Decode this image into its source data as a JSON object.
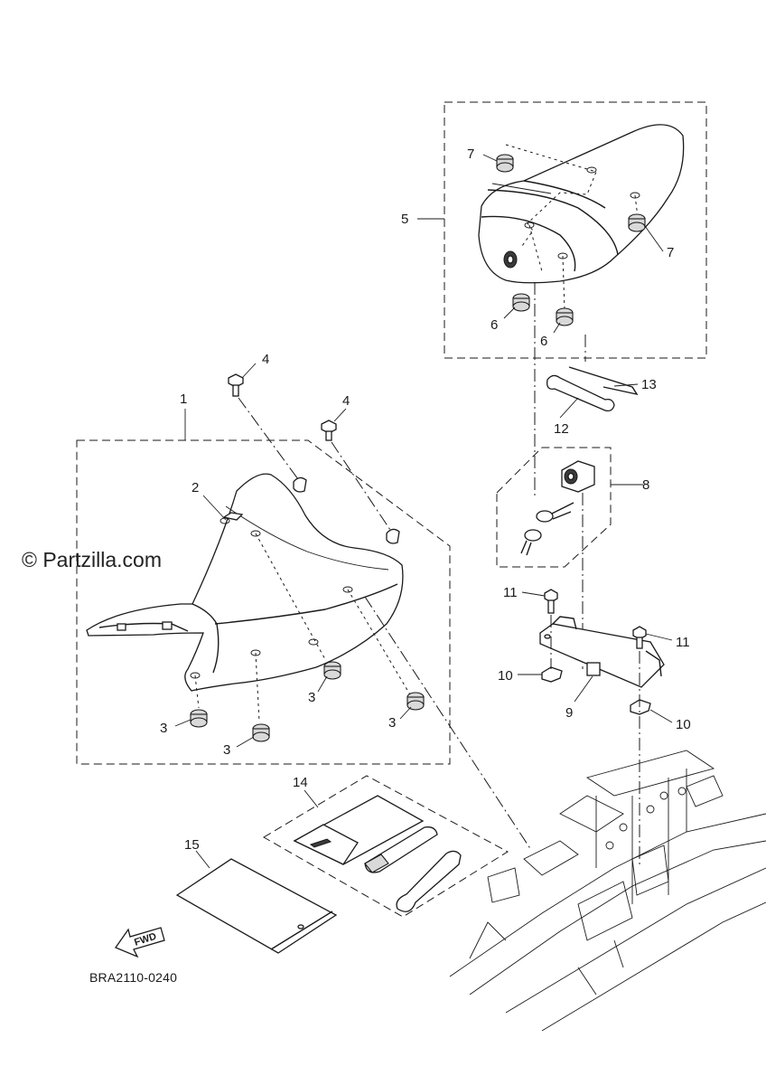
{
  "watermark": "© Partzilla.com",
  "diagram_code": "BRA2110-0240",
  "fwd_arrow_text": "FWD",
  "callouts": {
    "c1": "1",
    "c2": "2",
    "c3a": "3",
    "c3b": "3",
    "c3c": "3",
    "c3d": "3",
    "c4a": "4",
    "c4b": "4",
    "c5": "5",
    "c6a": "6",
    "c6b": "6",
    "c7a": "7",
    "c7b": "7",
    "c8": "8",
    "c9": "9",
    "c10a": "10",
    "c10b": "10",
    "c11a": "11",
    "c11b": "11",
    "c12": "12",
    "c13": "13",
    "c14": "14",
    "c15": "15"
  }
}
